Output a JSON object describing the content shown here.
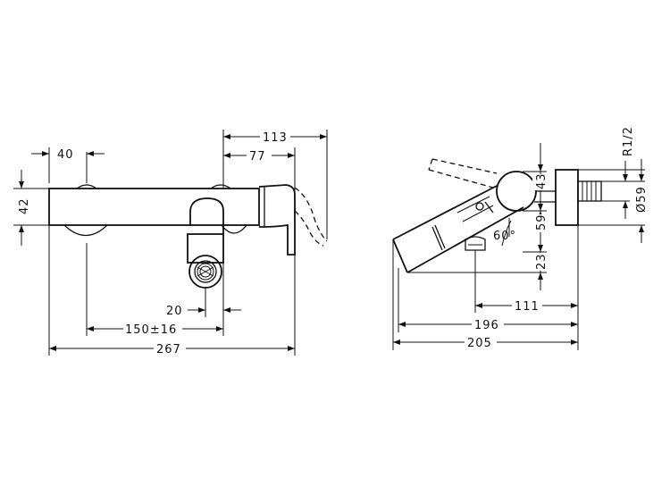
{
  "front_view": {
    "dim_spout_width": "20",
    "dim_center_distance": "150±16",
    "dim_overall_length": "267",
    "dim_body_height": "42",
    "dim_left_offset": "40",
    "dim_handle_offset": "77",
    "dim_handle_reach": "113"
  },
  "side_view": {
    "dim_thread": "R1/2",
    "dim_diameter": "Ø59",
    "dim_top_height": "43",
    "dim_mid_height": "59",
    "dim_spout_height": "23",
    "dim_outlet_offset": "111",
    "dim_projection": "196",
    "dim_total_projection": "205",
    "dim_angle": "60°"
  }
}
